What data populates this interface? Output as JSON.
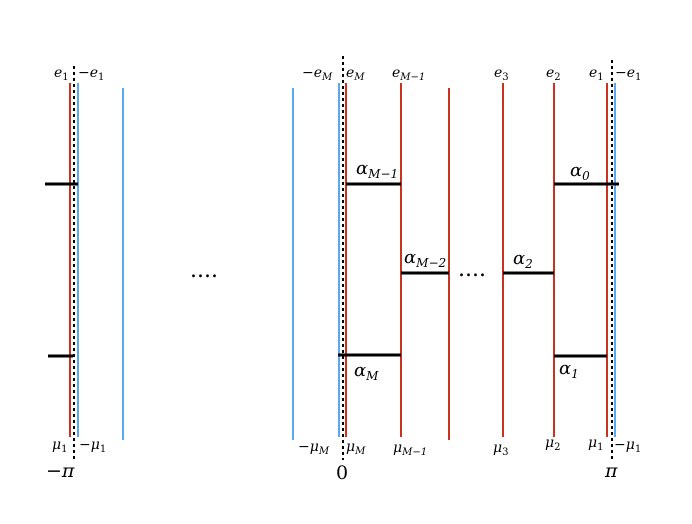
{
  "colors": {
    "red": "#c8321e",
    "blue": "#5aa8f0",
    "black": "#000000",
    "background": "#ffffff"
  },
  "top_labels": {
    "left_e1": {
      "sign": "",
      "base": "e",
      "sub": "1"
    },
    "left_neg_e1": {
      "sign": "−",
      "base": "e",
      "sub": "1"
    },
    "neg_eM": {
      "sign": "−",
      "base": "e",
      "sub": "M"
    },
    "eM": {
      "sign": "",
      "base": "e",
      "sub": "M"
    },
    "eM1": {
      "sign": "",
      "base": "e",
      "sub": "M−1"
    },
    "e3": {
      "sign": "",
      "base": "e",
      "sub": "3"
    },
    "e2": {
      "sign": "",
      "base": "e",
      "sub": "2"
    },
    "right_e1": {
      "sign": "",
      "base": "e",
      "sub": "1"
    },
    "right_neg_e1": {
      "sign": "−",
      "base": "e",
      "sub": "1"
    }
  },
  "bottom_labels": {
    "left_mu1": {
      "sign": "",
      "base": "μ",
      "sub": "1"
    },
    "left_neg_mu1": {
      "sign": "−",
      "base": "μ",
      "sub": "1"
    },
    "neg_muM": {
      "sign": "−",
      "base": "μ",
      "sub": "M"
    },
    "muM": {
      "sign": "",
      "base": "μ",
      "sub": "M"
    },
    "muM1": {
      "sign": "",
      "base": "μ",
      "sub": "M−1"
    },
    "mu3": {
      "sign": "",
      "base": "μ",
      "sub": "3"
    },
    "mu2": {
      "sign": "",
      "base": "μ",
      "sub": "2"
    },
    "right_mu1": {
      "sign": "",
      "base": "μ",
      "sub": "1"
    },
    "right_neg_mu1": {
      "sign": "−",
      "base": "μ",
      "sub": "1"
    }
  },
  "alpha_labels": {
    "alphaM1": {
      "base": "α",
      "sub": "M−1"
    },
    "alpha0": {
      "base": "α",
      "sub": "0"
    },
    "alphaM2": {
      "base": "α",
      "sub": "M−2"
    },
    "alpha2": {
      "base": "α",
      "sub": "2"
    },
    "alphaM": {
      "base": "α",
      "sub": "M"
    },
    "alpha1": {
      "base": "α",
      "sub": "1"
    }
  },
  "axis_labels": {
    "neg_pi": "−π",
    "zero": "0",
    "pi": "π"
  },
  "ellipsis": {
    "middle": "....",
    "inner": "...."
  }
}
